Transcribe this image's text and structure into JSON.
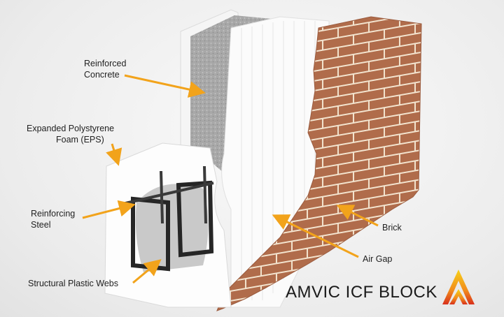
{
  "labels": {
    "concrete": [
      "Reinforced",
      "Concrete"
    ],
    "eps": [
      "Expanded Polystyrene",
      "Foam (EPS)"
    ],
    "steel": [
      "Reinforcing",
      "Steel"
    ],
    "webs": "Structural Plastic Webs",
    "brick": "Brick",
    "air_gap": "Air Gap"
  },
  "logo": {
    "text": "AMVIC ICF BLOCK"
  },
  "colors": {
    "arrow": "#f2a31b",
    "brick": "#b4704e",
    "mortar": "#f3e4cf",
    "concrete": "#a9a9a9",
    "eps": "#ffffff"
  }
}
